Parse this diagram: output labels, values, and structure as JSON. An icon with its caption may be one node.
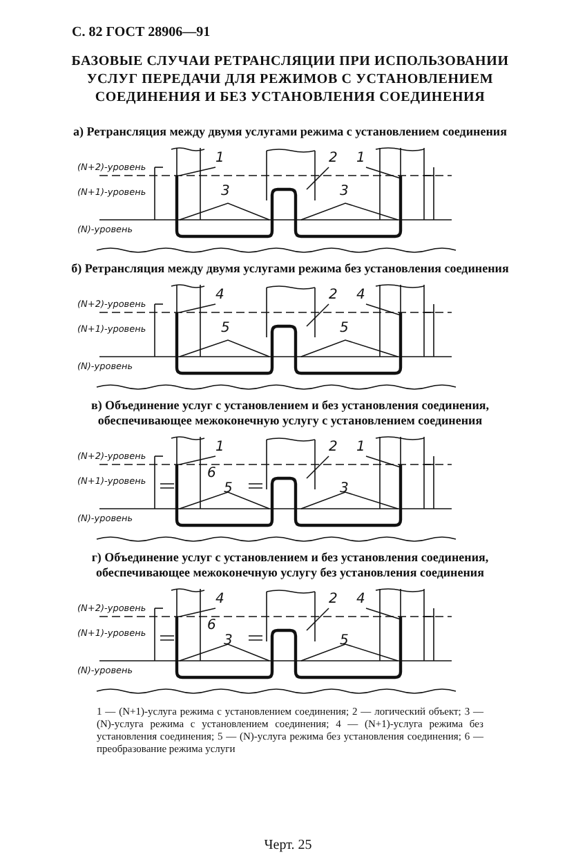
{
  "diagram": {
    "title": "БАЗОВЫЕ СЛУЧАИ РЕТРАНСЛЯЦИИ ПРИ ИСПОЛЬЗОВАНИИ УСЛУГ ПЕРЕДАЧИ ДЛЯ РЕЖИМОВ С УСТАНОВЛЕНИЕМ СОЕДИНЕНИЯ И БЕЗ УСТАНОВЛЕНИЯ СОЕДИНЕНИЯ",
    "caption": "Черт. 25",
    "nodes": [
      {
        "text": [
          "1"
        ]
      },
      {
        "text": [
          "2"
        ]
      },
      {
        "text": [
          "1"
        ]
      },
      {
        "text": [
          "4"
        ]
      },
      {
        "text": [
          "2"
        ]
      },
      {
        "text": [
          "4"
        ]
      },
      {
        "text": [
          "1"
        ]
      },
      {
        "text": [
          "2"
        ]
      },
      {
        "text": [
          "1"
        ]
      },
      {
        "text": [
          "4"
        ]
      },
      {
        "text": [
          "2"
        ]
      },
      {
        "text": [
          "4"
        ]
      }
    ],
    "edges": [
      {
        "from": 0,
        "to": null,
        "arrow": "none"
      },
      {
        "from": 1,
        "to": null,
        "arrow": "none"
      },
      {
        "from": 2,
        "to": null,
        "arrow": "none"
      },
      {
        "from": 3,
        "to": null,
        "arrow": "none"
      },
      {
        "from": 4,
        "to": null,
        "arrow": "none"
      },
      {
        "from": 5,
        "to": null,
        "arrow": "none"
      },
      {
        "from": 6,
        "to": null,
        "arrow": "none"
      },
      {
        "from": 7,
        "to": null,
        "arrow": "none"
      },
      {
        "from": 8,
        "to": null,
        "arrow": "none"
      },
      {
        "from": 9,
        "to": null,
        "arrow": "none"
      },
      {
        "from": 10,
        "to": null,
        "arrow": "none"
      },
      {
        "from": 11,
        "to": null,
        "arrow": "none"
      }
    ],
    "labels": [
      "С. 82 ГОСТ 28906—91",
      "а) Ретрансляция между двумя услугами режима с установлением соединения",
      "(N+2)-уровень",
      "(N+1)-уровень",
      "(N)-уровень",
      "3",
      "3",
      "б) Ретрансляция между двумя услугами режима без установления соединения",
      "(N+2)-уровень",
      "(N+1)-уровень",
      "(N)-уровень",
      "5",
      "5",
      "в) Объединение услуг с установлением и без установления соединения, обеспечивающее межоконечную услугу с установлением соединения",
      "(N+2)-уровень",
      "(N+1)-уровень",
      "(N)-уровень",
      "6",
      "5",
      "3",
      "г) Объединение услуг с установлением и без установления соединения, обеспечивающее межоконечную услугу без установления соединения",
      "(N+2)-уровень",
      "(N+1)-уровень",
      "(N)-уровень",
      "6",
      "3",
      "5",
      "1 — (N+1)-услуга режима с установлением соединения; 2 — логический объект; 3 — (N)-услуга режима с установлением соединения; 4 — (N+1)-услуга режима без установления соединения; 5 — (N)-услуга режима без установления соединения; 6 — преобразование режима услуги"
    ]
  }
}
